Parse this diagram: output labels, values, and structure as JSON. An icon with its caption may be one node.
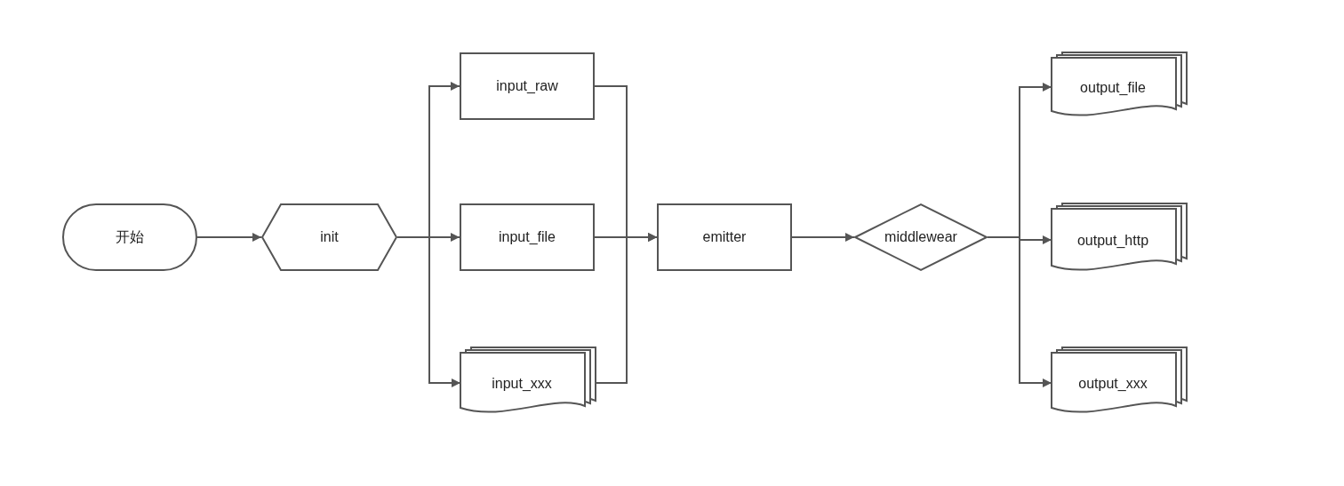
{
  "diagram": {
    "nodes": [
      {
        "text": [
          "开始"
        ]
      },
      {
        "text": [
          "init"
        ]
      },
      {
        "text": [
          "input_raw"
        ]
      },
      {
        "text": [
          "input_file"
        ]
      },
      {
        "text": [
          "input_xxx"
        ]
      },
      {
        "text": [
          "emitter"
        ]
      },
      {
        "text": [
          "middlewear"
        ]
      },
      {
        "text": [
          "output_file"
        ]
      },
      {
        "text": [
          "output_http"
        ]
      },
      {
        "text": [
          "output_xxx"
        ]
      }
    ],
    "edges": [
      {
        "from": 0,
        "to": 1,
        "arrow": "to"
      },
      {
        "from": 1,
        "to": 2,
        "arrow": "to"
      },
      {
        "from": 1,
        "to": 3,
        "arrow": "to"
      },
      {
        "from": 1,
        "to": 4,
        "arrow": "to"
      },
      {
        "from": 2,
        "to": 5,
        "arrow": "to"
      },
      {
        "from": 3,
        "to": 5,
        "arrow": "to"
      },
      {
        "from": 4,
        "to": 5,
        "arrow": "to"
      },
      {
        "from": 5,
        "to": 6,
        "arrow": "to"
      },
      {
        "from": 6,
        "to": 7,
        "arrow": "to"
      },
      {
        "from": 6,
        "to": 8,
        "arrow": "to"
      },
      {
        "from": 6,
        "to": 9,
        "arrow": "to"
      }
    ]
  }
}
